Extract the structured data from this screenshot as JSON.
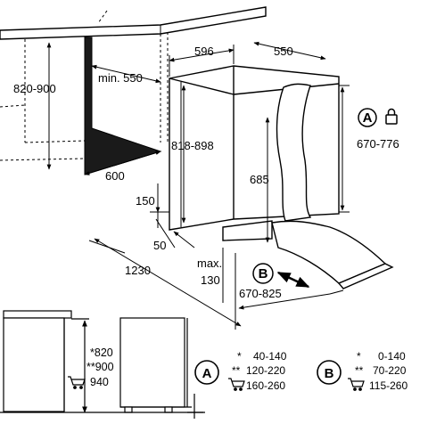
{
  "diagram": {
    "dims": {
      "cabinet_width": "596",
      "cabinet_depth": "550",
      "niche_height": "820-900",
      "niche_min_depth": "min. 550",
      "niche_width": "600",
      "appliance_height": "818-898",
      "door_panel_height": "685",
      "height_A": "670-776",
      "plinth_150": "150",
      "plinth_50": "50",
      "total_1230": "1230",
      "max_label": "max.",
      "max_130": "130",
      "range_B": "670-825"
    },
    "markers": {
      "A": "A",
      "B": "B"
    },
    "side_view": {
      "h_820": "*820",
      "h_900": "**900",
      "h_940": "940"
    },
    "legend_A": {
      "row1_marker": "*",
      "row1_value": "40-140",
      "row2_marker": "**",
      "row2_value": "120-220",
      "row3_value": "160-260"
    },
    "legend_B": {
      "row1_marker": "*",
      "row1_value": "0-140",
      "row2_marker": "**",
      "row2_value": "70-220",
      "row3_value": "115-260"
    },
    "icons": {
      "lock": "lock-icon",
      "cart": "shopping-cart-icon"
    }
  }
}
